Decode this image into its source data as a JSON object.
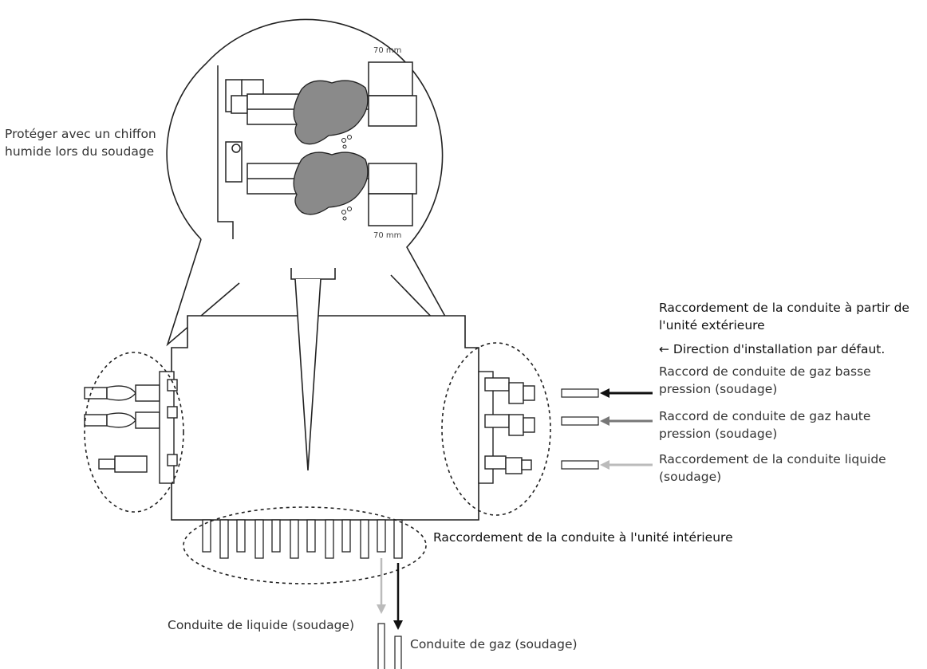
{
  "labels": {
    "protect_line1": "Protéger avec un chiffon",
    "protect_line2": "humide lors du soudage",
    "dim_top": "70 mm",
    "dim_bottom": "70 mm",
    "outdoor_title_line1": "Raccordement de la conduite à partir de",
    "outdoor_title_line2": "l'unité extérieure",
    "default_direction": "← Direction d'installation par défaut.",
    "low_gas_line1": "Raccord de conduite de gaz basse",
    "low_gas_line2": "pression (soudage)",
    "high_gas_line1": "Raccord de conduite de gaz haute",
    "high_gas_line2": "pression (soudage)",
    "liquid_line1": "Raccordement de la conduite liquide",
    "liquid_line2": "(soudage)",
    "indoor_connection": "Raccordement de la conduite à l'unité intérieure",
    "liquid_pipe": "Conduite de liquide (soudage)",
    "gas_pipe": "Conduite de gaz (soudage)"
  },
  "colors": {
    "line": "#222222",
    "cloth": "#8a8a8a",
    "arrow_low_gas": "#111111",
    "arrow_high_gas": "#777777",
    "arrow_liquid": "#bbbbbb",
    "arrow_gas_down": "#111111"
  }
}
